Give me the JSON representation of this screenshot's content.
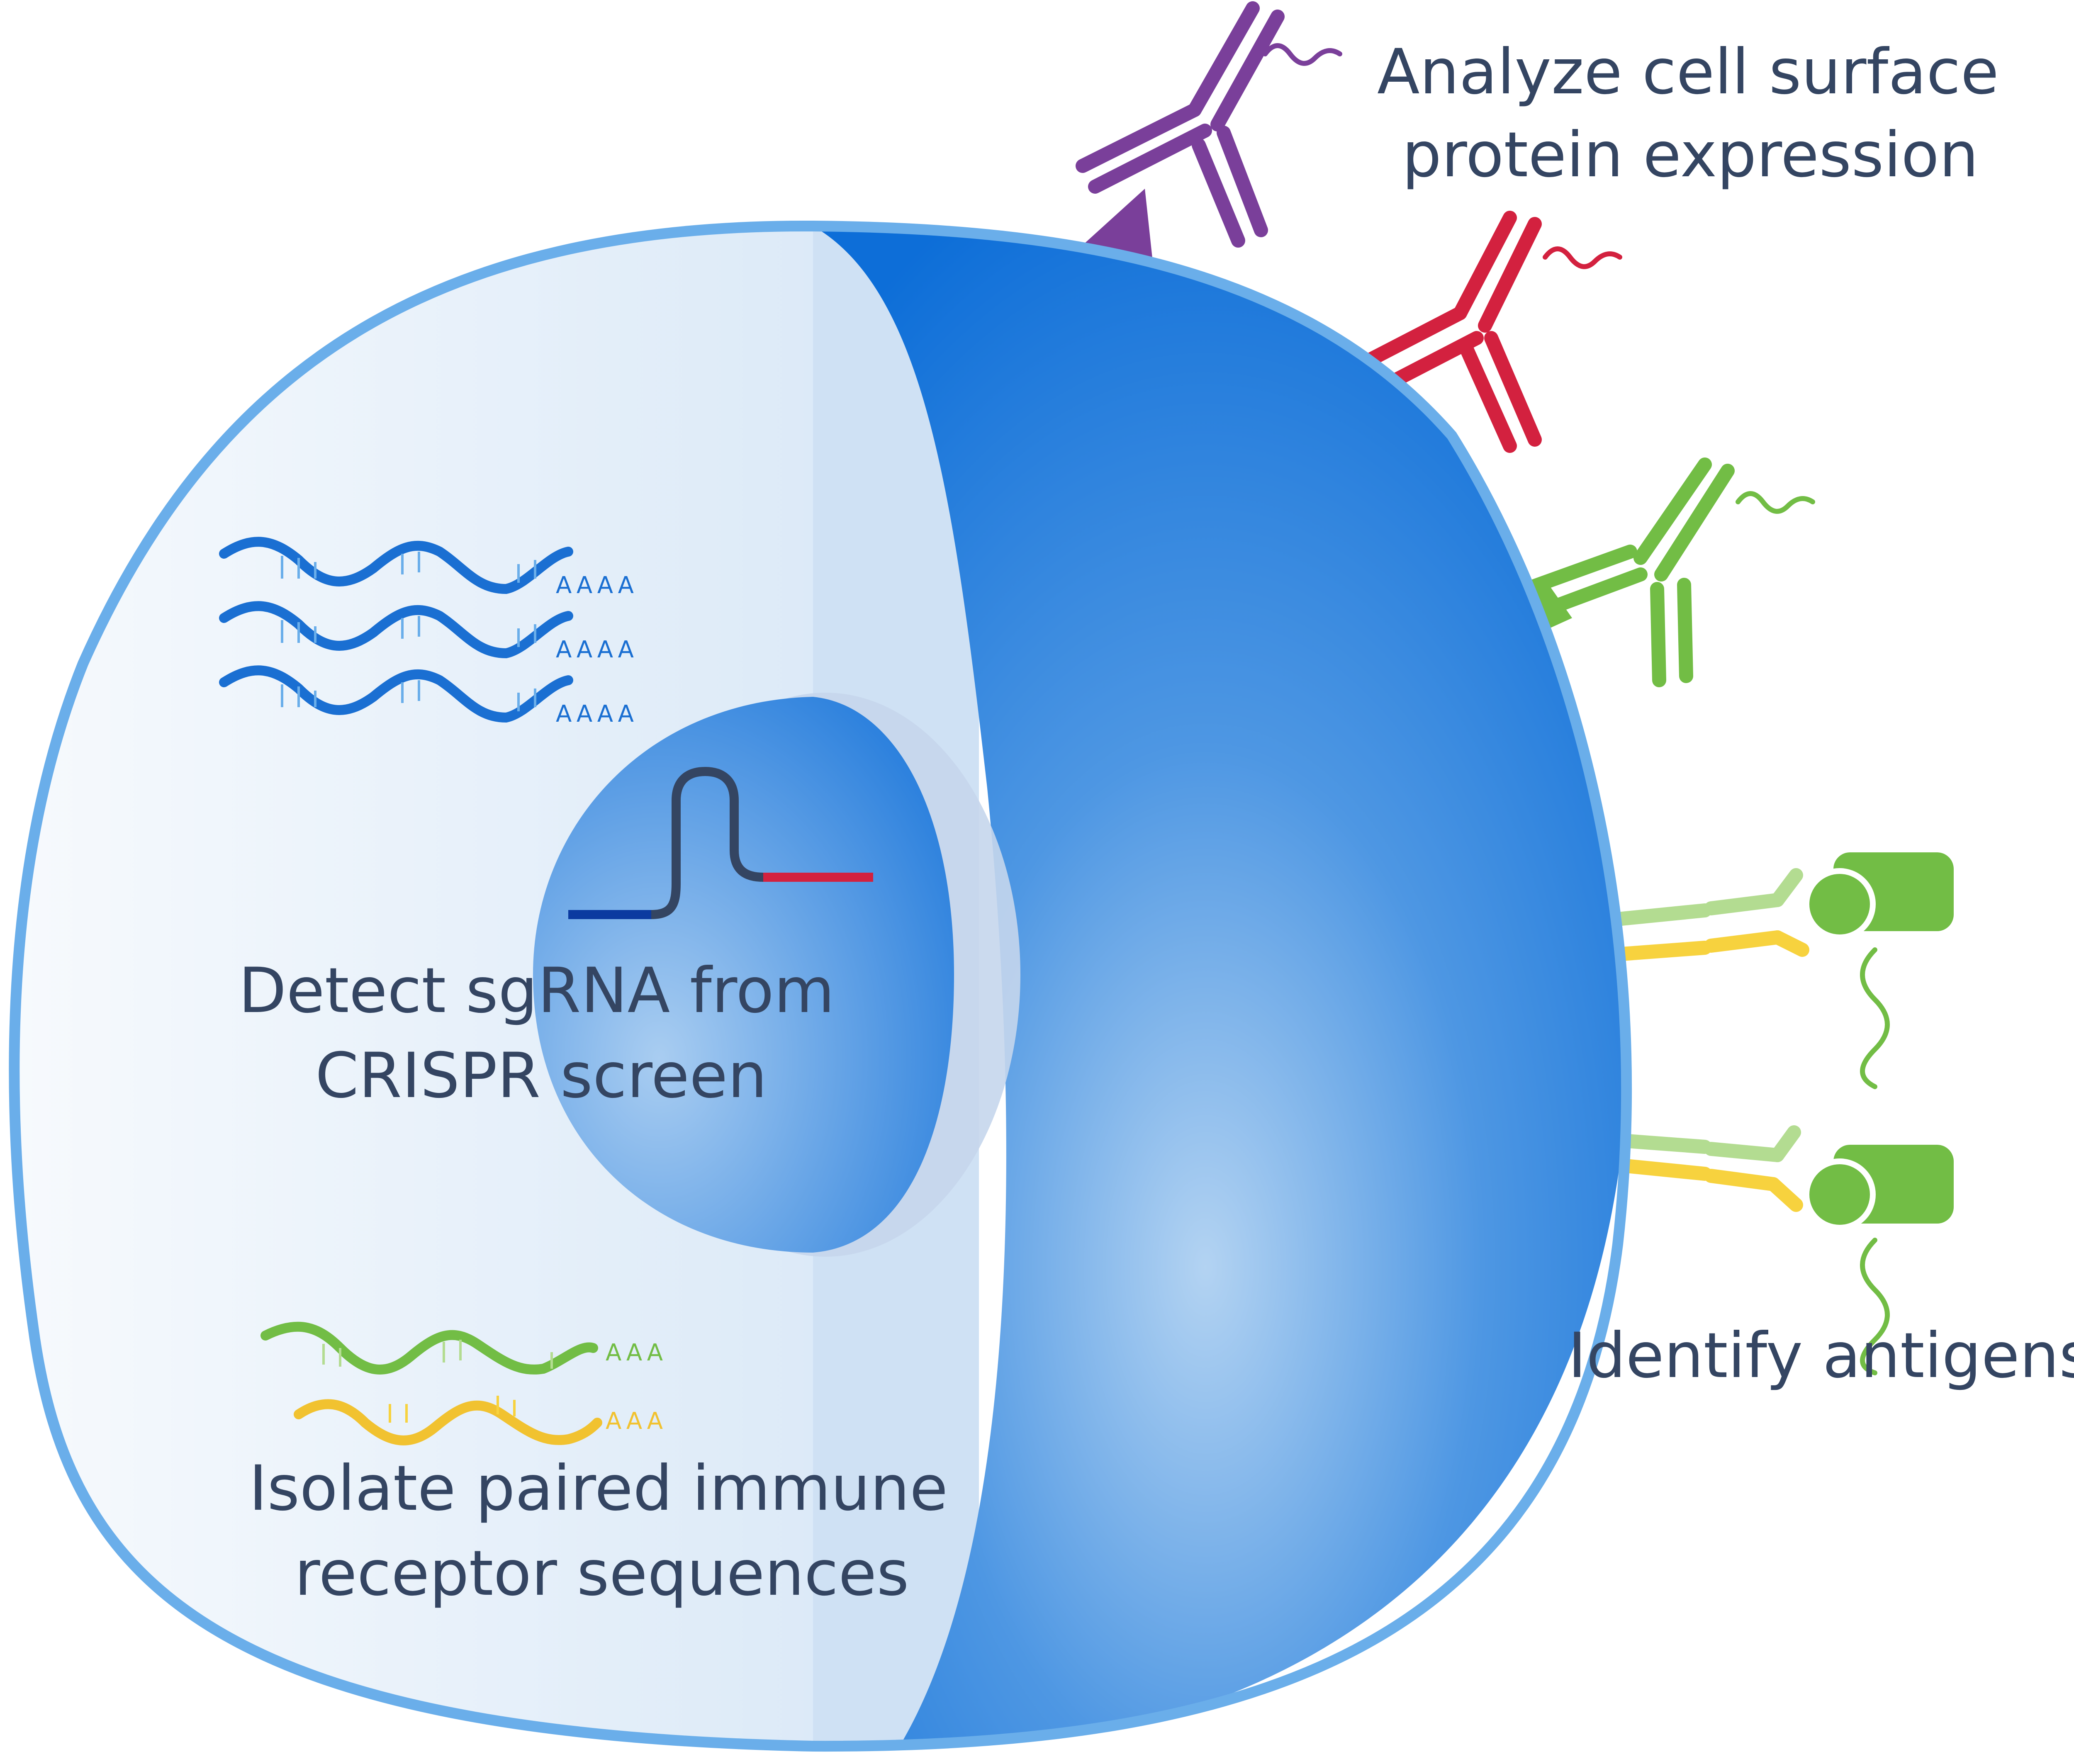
{
  "labels": {
    "surface_protein_line1": "Analyze cell surface",
    "surface_protein_line2": "protein expression",
    "sgrna_line1": "Detect sgRNA from",
    "sgrna_line2": "CRISPR screen",
    "immune_line1": "Isolate paired immune",
    "immune_line2": "receptor sequences",
    "antigens": "Identify antigens"
  },
  "mrna_tails": {
    "blue": [
      "AAAA",
      "AAAA",
      "AAAA"
    ],
    "green": "AAA",
    "yellow": "AAA"
  },
  "colors": {
    "cell_outline": "#6aaeea",
    "cell_inner_light": "#e3eef9",
    "cell_blue": "#1f78d8",
    "mrna_blue": "#1a6fd2",
    "purple": "#7a3f9a",
    "red": "#d3213f",
    "green": "#72bd45",
    "light_green": "#b3dc91",
    "yellow": "#f7d23e",
    "text": "#344562"
  },
  "icons": {
    "antibody_purple": "antibody-icon",
    "antibody_red": "antibody-icon",
    "antibody_green": "antibody-icon",
    "tcr_pair": "t-cell-receptor-icon",
    "sgrna": "sgrna-icon"
  }
}
